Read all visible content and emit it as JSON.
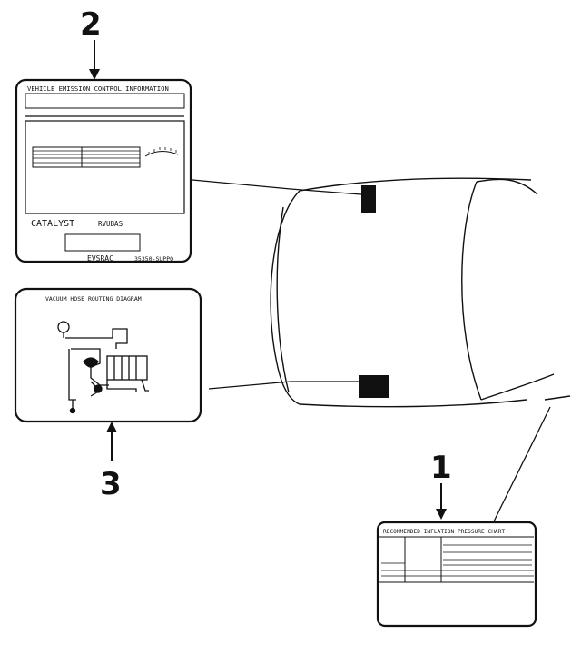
{
  "callouts": {
    "one": "1",
    "two": "2",
    "three": "3"
  },
  "label_emission": {
    "title": "VEHICLE EMISSION CONTROL INFORMATION",
    "catalyst": "CATALYST",
    "second": "RVUBAS",
    "bottom_left": "EVSRAC",
    "bottom_right": "35350-SUPPO"
  },
  "label_vacuum": {
    "title": "VACUUM HOSE ROUTING DIAGRAM"
  },
  "label_tire": {
    "title": "RECOMMENDED INFLATION PRESSURE CHART"
  }
}
